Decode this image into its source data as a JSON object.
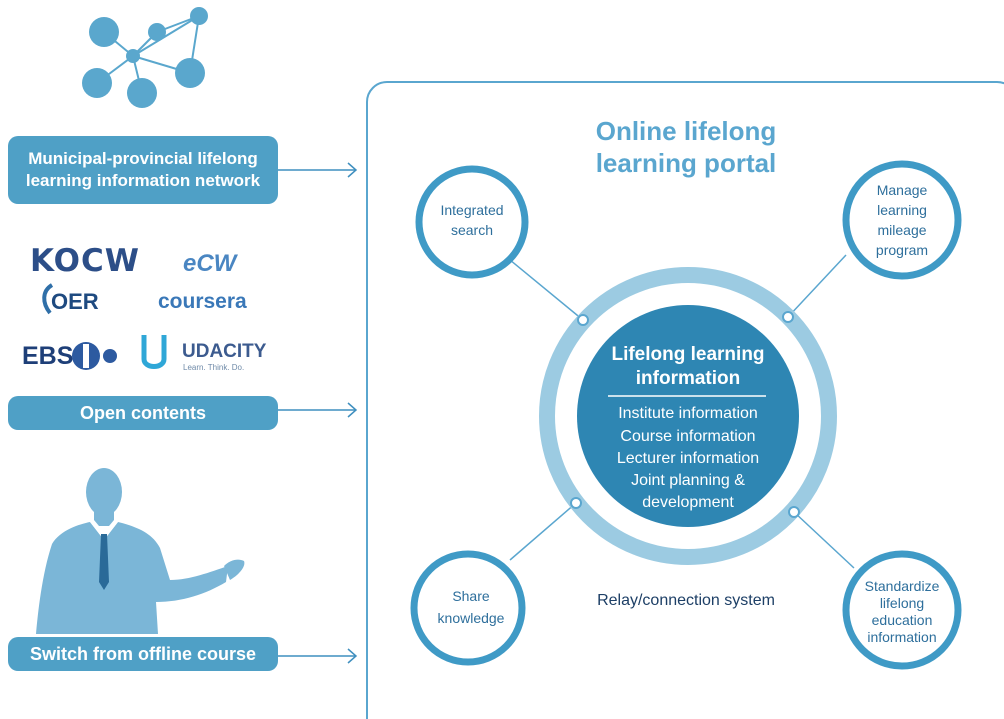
{
  "left": {
    "network_label_1": "Municipal-provincial lifelong",
    "network_label_2": "learning information network",
    "open_contents_label": "Open contents",
    "offline_label": "Switch from offline course",
    "logos": {
      "kocw": "KOCW",
      "ecw": "eCW",
      "oer": "OER",
      "coursera": "coursera",
      "ebs": "EBS",
      "udacity": "UDACITY",
      "udacity_tagline": "Learn. Think. Do."
    }
  },
  "portal": {
    "title_1": "Online lifelong",
    "title_2": "learning portal",
    "center_title_1": "Lifelong learning",
    "center_title_2": "information",
    "center_items": [
      "Institute information",
      "Course information",
      "Lecturer information",
      "Joint planning &",
      "development"
    ],
    "relay_label": "Relay/connection system",
    "nodes": {
      "integrated_search": [
        "Integrated",
        "search"
      ],
      "mileage": [
        "Manage",
        "learning",
        "mileage",
        "program"
      ],
      "share": [
        "Share",
        "knowledge"
      ],
      "standardize": [
        "Standardize",
        "lifelong",
        "education",
        "information"
      ]
    }
  },
  "colors": {
    "primary": "#4fa0c6",
    "dark": "#2e86b3",
    "title": "#5aa6cf",
    "light_ring": "#9ccbe2",
    "navy_text": "#1d3f66"
  }
}
